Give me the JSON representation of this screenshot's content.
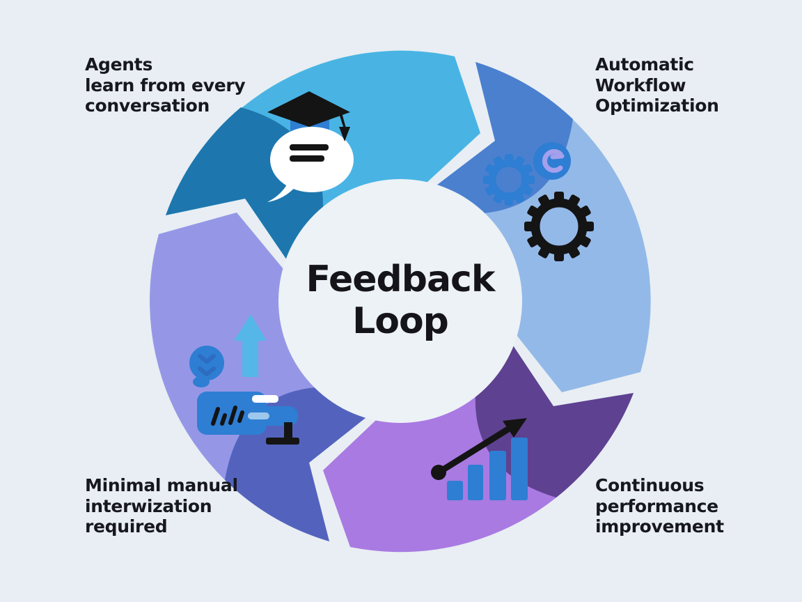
{
  "diagram": {
    "title_line1": "Feedback",
    "title_line2": "Loop",
    "labels": {
      "top_left": [
        "Agents",
        "learn from every",
        "conversation"
      ],
      "top_right": [
        "Automatic",
        "Workflow",
        "Optimization"
      ],
      "bottom_left": [
        "Minimal manual",
        "interwization",
        "required"
      ],
      "bottom_right": [
        "Continuous",
        "performance",
        "improvement"
      ]
    },
    "icons": {
      "top": "learning-conversation",
      "right": "workflow-gears",
      "bottom": "growth-bar-chart",
      "left": "improvement-dashboard"
    }
  },
  "colors": {
    "background": "#e8eef3",
    "center_circle": "#edf2f6",
    "text": "#17171f",
    "segment_top": "#49b4e4",
    "segment_top_dark": "#1d77ae",
    "segment_right": "#93b9e8",
    "segment_right_dark": "#4b80cf",
    "segment_bottom": "#a97ae2",
    "segment_bottom_dark": "#5e4190",
    "segment_left": "#9597e6",
    "segment_left_dark": "#5363bd",
    "icon_blue": "#2e7ed3",
    "icon_blue_dark": "#2d6cc0",
    "icon_black": "#141414",
    "icon_white": "#ffffff",
    "icon_cyan": "#55b7e8",
    "icon_lavender": "#a5a0ec",
    "icon_light_blue": "#9ec7ec"
  }
}
